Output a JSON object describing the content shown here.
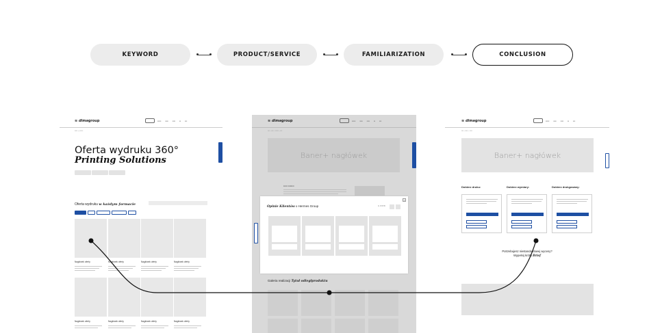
{
  "flow": {
    "steps": [
      {
        "label": "KEYWORD"
      },
      {
        "label": "PRODUCT/SERVICE"
      },
      {
        "label": "FAMILIARIZATION"
      },
      {
        "label": "CONCLUSION"
      }
    ]
  },
  "left_page": {
    "hero_title": "Oferta wydruku 360°",
    "hero_subtitle": "Printing Solutions",
    "section_prefix": "Oferta wydruku",
    "section_emphasis": "w każdym formacie",
    "card_title": "Nagłówek oferty"
  },
  "middle_page": {
    "banner": "Baner+ nagłówek",
    "modal_title_emphasis": "Opinie Klientów",
    "modal_title_suffix": "o Hermes Group",
    "realization_prefix": "Galeria realizacji",
    "realization_emphasis": "Tytuł odległproduktu"
  },
  "right_page": {
    "banner": "Baner+ nagłówek",
    "col1_title": "Dobierz druku:",
    "col2_title": "Dobierz wymiary:",
    "col3_title": "Dobierz drukgowany:",
    "cta_line1": "Potrzebujesz niestandardowej wyceny?",
    "cta_line2_prefix": "Wypełnij krótki",
    "cta_line2_emphasis": "Brief"
  },
  "colors": {
    "accent": "#1e4fa3",
    "step_fill": "#ececec",
    "path": "#111111"
  }
}
